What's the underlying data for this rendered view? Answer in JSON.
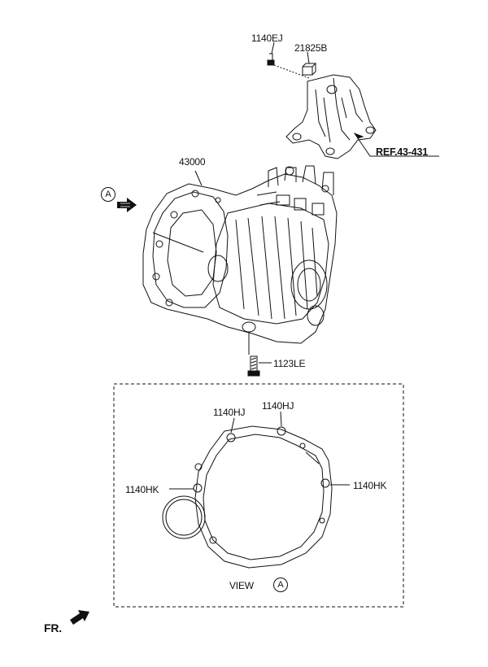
{
  "diagram": {
    "callouts": {
      "bolt_top": "1140EJ",
      "bracket_part": "21825B",
      "reference": "REF.43-431",
      "transaxle": "43000",
      "drain_bolt": "1123LE",
      "hj_left": "1140HJ",
      "hj_right": "1140HJ",
      "hk_left": "1140HK",
      "hk_right": "1140HK"
    },
    "view_marker": {
      "text": "VIEW",
      "letter": "A"
    },
    "arrow_marker_letter": "A",
    "front_marker": "FR.",
    "icons": [
      "view-arrow-icon",
      "front-arrow-icon"
    ]
  }
}
